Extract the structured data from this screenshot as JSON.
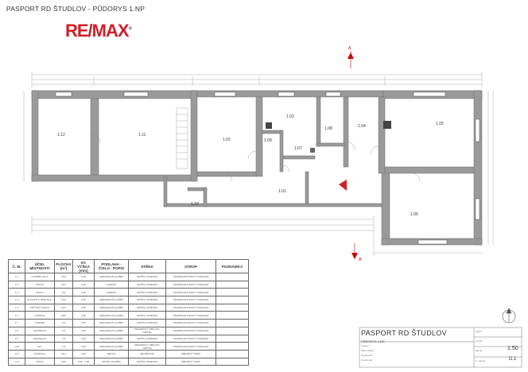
{
  "header": {
    "title": "PASPORT RD ŠTUDLOV - PŮDORYS 1.NP"
  },
  "logo": {
    "text": "RE/MAX",
    "tm": "®"
  },
  "colors": {
    "wall": "#9a9a9a",
    "wall_stroke": "#6e6e6e",
    "logo": "#d21f26",
    "section": "#cc0000"
  },
  "rooms": [
    {
      "id": "1.12"
    },
    {
      "id": "1.11"
    },
    {
      "id": "1.02"
    },
    {
      "id": "1.03"
    },
    {
      "id": "1.08"
    },
    {
      "id": "1.04"
    },
    {
      "id": "1.05"
    },
    {
      "id": "1.09"
    },
    {
      "id": "1.07"
    },
    {
      "id": "1.01"
    },
    {
      "id": "1.10"
    },
    {
      "id": "1.06"
    }
  ],
  "section_marks": {
    "top": "A",
    "bottom": "A'"
  },
  "table": {
    "headers": [
      "Č. M.",
      "ÚČEL MÍSTNOSTI",
      "PLOCHA [m²]",
      "SV. VÝŠKA [mm]",
      "PODLAHA - ČÍSLO - POPIS",
      "STĚNA",
      "STROP",
      "POZNÁMKA"
    ],
    "rows": [
      [
        "1.1",
        "CHODBA HALA",
        "15,8",
        "2,65",
        "KERAMICKÁ DLAŽBA",
        "OMÍTKA VÁPENNÁ",
        "SÁDROKARTONOVÝ PODHLED",
        ""
      ],
      [
        "1.2",
        "POKOJ",
        "20,3",
        "2,65",
        "LAMINÁT",
        "OMÍTKA VÁPENNÁ",
        "SÁDROKARTONOVÝ PODHLED",
        ""
      ],
      [
        "1.3",
        "POKOJ",
        "9,8",
        "2,65",
        "LAMINÁT",
        "OMÍTKA VÁPENNÁ",
        "SÁDROKARTONOVÝ PODHLED",
        ""
      ],
      [
        "1.4",
        "KUCHYŇ S JÍDELNOU",
        "13,0",
        "2,65",
        "KERAMICKÁ DLAŽBA",
        "OMÍTKA VÁPENNÁ",
        "SÁDROKARTONOVÝ PODHLED",
        ""
      ],
      [
        "1.5",
        "OBÝVACÍ POKOJ",
        "22,9",
        "2,65",
        "KERAMICKÁ DLAŽBA",
        "OMÍTKA VÁPENNÁ",
        "SÁDROKARTONOVÝ PODHLED",
        ""
      ],
      [
        "1.6",
        "LOŽNICE",
        "18,8",
        "2,65",
        "KERAMICKÁ DLAŽBA",
        "OMÍTKA VÁPENNÁ",
        "SÁDROKARTONOVÝ PODHLED",
        ""
      ],
      [
        "1.7",
        "CHODBA",
        "2,6",
        "2,65",
        "KERAMICKÁ DLAŽBA",
        "OMÍTKA VÁPENNÁ",
        "SÁDROKARTONOVÝ PODHLED",
        ""
      ],
      [
        "1.8",
        "KOUPELNA",
        "3,5",
        "2,65",
        "KERAMICKÁ DLAŽBA",
        "KERAMICKÝ OBKLAD / OMÍTKA",
        "SÁDROKARTONOVÝ PODHLED",
        ""
      ],
      [
        "1.9",
        "KOUPELNA",
        "2,9",
        "2,65",
        "KERAMICKÁ DLAŽBA",
        "OMÍTKA VÁPENNÁ",
        "SÁDROKARTONOVÝ PODHLED",
        ""
      ],
      [
        "1.10",
        "WC",
        "1,6",
        "2,65",
        "KERAMICKÁ DLAŽBA",
        "KERAMICKÝ OBKLAD / OMÍTKA",
        "SÁDROKARTONOVÝ PODHLED",
        ""
      ],
      [
        "1.11",
        "STODOLA",
        "29,1",
        "3,05",
        "BETON",
        "NEOMÍTANÁ",
        "DŘEVĚNÝ TRÁM",
        ""
      ],
      [
        "1.12",
        "DÍLNA",
        "23,8",
        "2,05 - 3,05",
        "ZÁVOD. DLAŽBA",
        "OMÍTKA VÁPENNÁ",
        "DŘEVĚNÝ TRÁM",
        ""
      ]
    ]
  },
  "title_block": {
    "title": "PASPORT RD ŠTUDLOV",
    "subtitle": "PŮDORYS 1.NP",
    "rows": [
      "Investor:",
      "Místo stavby:",
      "Vypracoval:",
      "Kontroloval:"
    ],
    "right_labels": [
      "Datum:",
      "Formát:",
      "Měřítko:",
      "Č. výkresu:"
    ],
    "scale": "1:50",
    "sheet": "D.1"
  }
}
